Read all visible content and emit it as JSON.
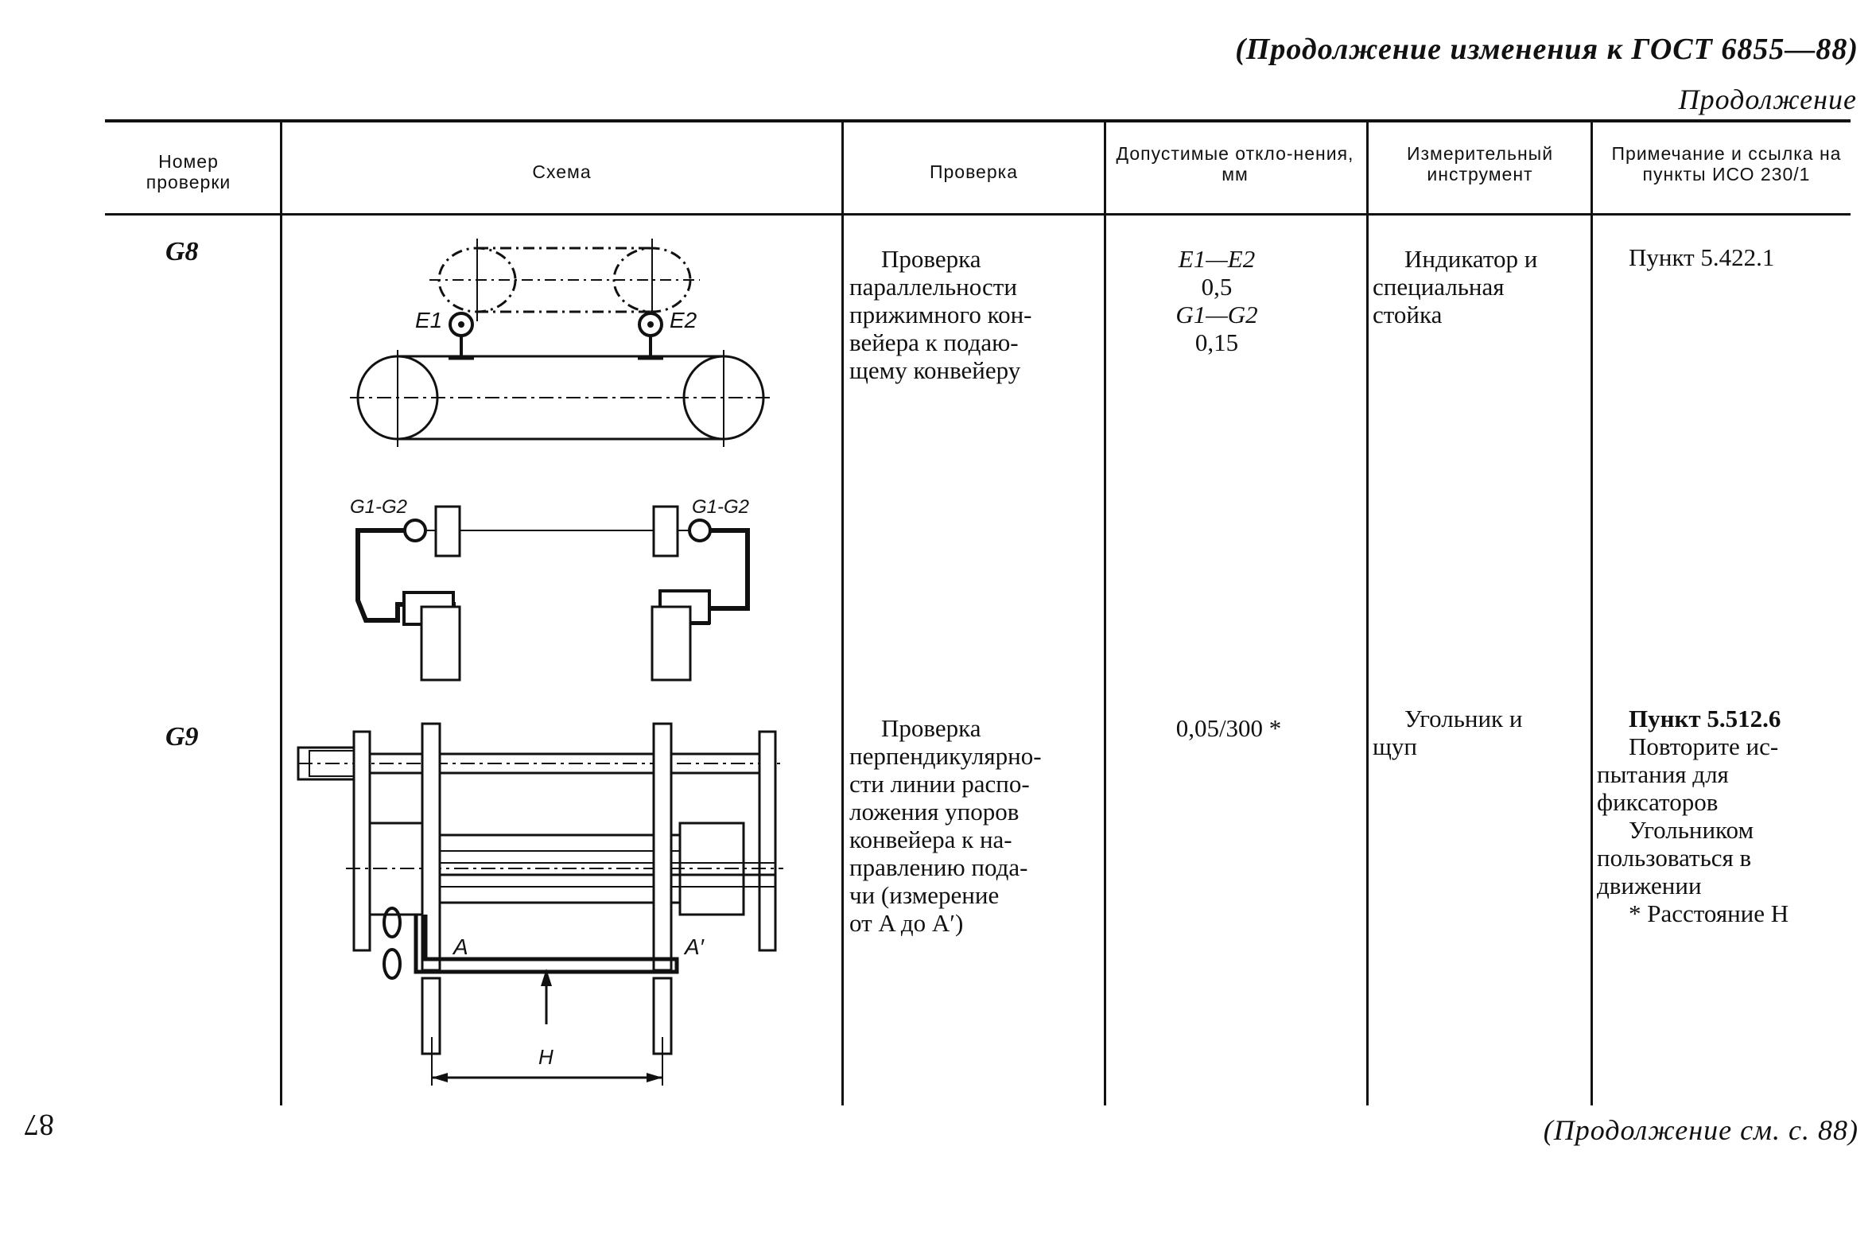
{
  "header": {
    "title": "(Продолжение изменения к ГОСТ 6855—88)",
    "continuation": "Продолжение"
  },
  "table": {
    "columns": [
      "Номер проверки",
      "Схема",
      "Проверка",
      "Допустимые откло-нения, мм",
      "Измерительный инструмент",
      "Примечание и ссылка на пункты ИСО 230/1"
    ],
    "rows": [
      {
        "number": "G8",
        "check": [
          "Проверка",
          "параллельности",
          "прижимного кон-",
          "вейера к подаю-",
          "щему конвейеру"
        ],
        "tolerance": [
          "E1—E2",
          "0,5",
          "G1—G2",
          "0,15"
        ],
        "instrument": [
          "Индикатор и",
          "специальная",
          "стойка"
        ],
        "note": [
          "Пункт 5.422.1"
        ],
        "scheme_labels": [
          "E1",
          "E2",
          "G1-G2",
          "G1-G2"
        ]
      },
      {
        "number": "G9",
        "check": [
          "Проверка",
          "перпендикулярно-",
          "сти линии распо-",
          "ложения упоров",
          "конвейера к на-",
          "правлению пода-",
          "чи (измерение",
          "от A до A′)"
        ],
        "tolerance": [
          "0,05/300 *"
        ],
        "instrument": [
          "Угольник и",
          "щуп"
        ],
        "note": [
          "Пункт 5.512.6",
          "Повторите ис-",
          "пытания для",
          "фиксаторов",
          "Угольником",
          "пользоваться в",
          "движении",
          "* Расстояние H"
        ],
        "scheme_labels": [
          "A",
          "A′",
          "H"
        ]
      }
    ]
  },
  "footer": {
    "page_number": "87",
    "continued": "(Продолжение см. с. 88)"
  }
}
